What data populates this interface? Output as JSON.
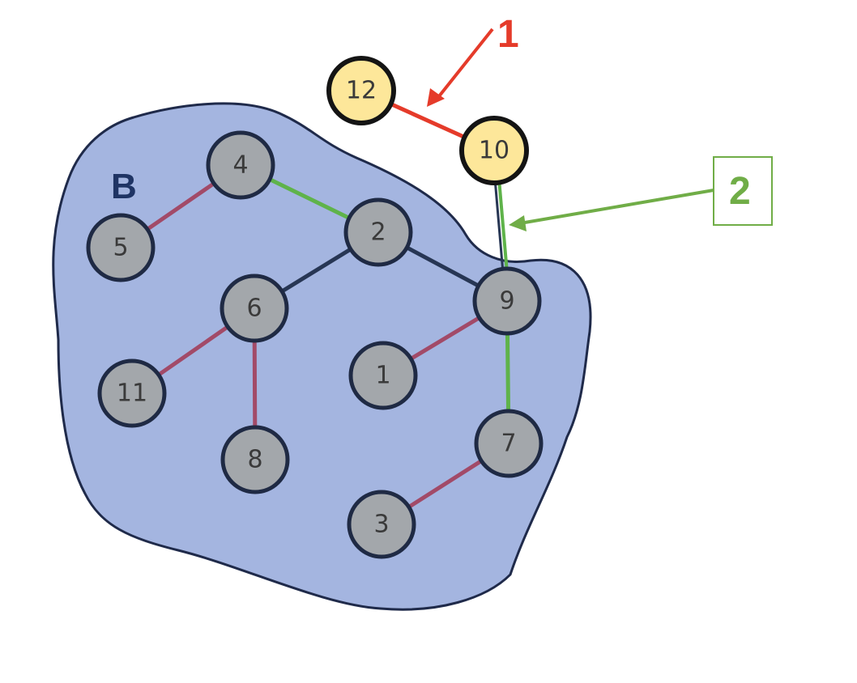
{
  "region": {
    "label": "B",
    "fill": "#a4b5e0",
    "stroke": "#1f2a4a"
  },
  "colors": {
    "node_fill": "#a3a7ab",
    "node_stroke": "#1f2a44",
    "outside_fill": "#fde79a",
    "outside_stroke": "#141414",
    "edge_tree": "#273654",
    "edge_plain": "#a24a68",
    "edge_highlight": "#5fb34a",
    "edge_outside": "#e53b2a",
    "callout_1": "#e53b2a",
    "callout_2": "#70ad47"
  },
  "nodes": [
    {
      "id": "n4",
      "label": "4",
      "kind": "inside"
    },
    {
      "id": "n2",
      "label": "2",
      "kind": "inside"
    },
    {
      "id": "n5",
      "label": "5",
      "kind": "inside"
    },
    {
      "id": "n6",
      "label": "6",
      "kind": "inside"
    },
    {
      "id": "n9",
      "label": "9",
      "kind": "inside"
    },
    {
      "id": "n11",
      "label": "11",
      "kind": "inside"
    },
    {
      "id": "n8",
      "label": "8",
      "kind": "inside"
    },
    {
      "id": "n1",
      "label": "1",
      "kind": "inside"
    },
    {
      "id": "n7",
      "label": "7",
      "kind": "inside"
    },
    {
      "id": "n3",
      "label": "3",
      "kind": "inside"
    },
    {
      "id": "n12",
      "label": "12",
      "kind": "outside"
    },
    {
      "id": "n10",
      "label": "10",
      "kind": "outside"
    }
  ],
  "edges": [
    {
      "from": "n4",
      "to": "n5",
      "style": "plain"
    },
    {
      "from": "n4",
      "to": "n2",
      "style": "highlight"
    },
    {
      "from": "n2",
      "to": "n6",
      "style": "tree"
    },
    {
      "from": "n2",
      "to": "n9",
      "style": "tree"
    },
    {
      "from": "n6",
      "to": "n11",
      "style": "plain"
    },
    {
      "from": "n6",
      "to": "n8",
      "style": "plain"
    },
    {
      "from": "n9",
      "to": "n1",
      "style": "plain"
    },
    {
      "from": "n9",
      "to": "n7",
      "style": "highlight"
    },
    {
      "from": "n7",
      "to": "n3",
      "style": "plain"
    },
    {
      "from": "n12",
      "to": "n10",
      "style": "outside"
    },
    {
      "from": "n10",
      "to": "n9",
      "style": "bridge"
    }
  ],
  "callouts": [
    {
      "id": "c1",
      "label": "1",
      "color": "#e53b2a",
      "boxed": false
    },
    {
      "id": "c2",
      "label": "2",
      "color": "#70ad47",
      "boxed": true
    }
  ]
}
